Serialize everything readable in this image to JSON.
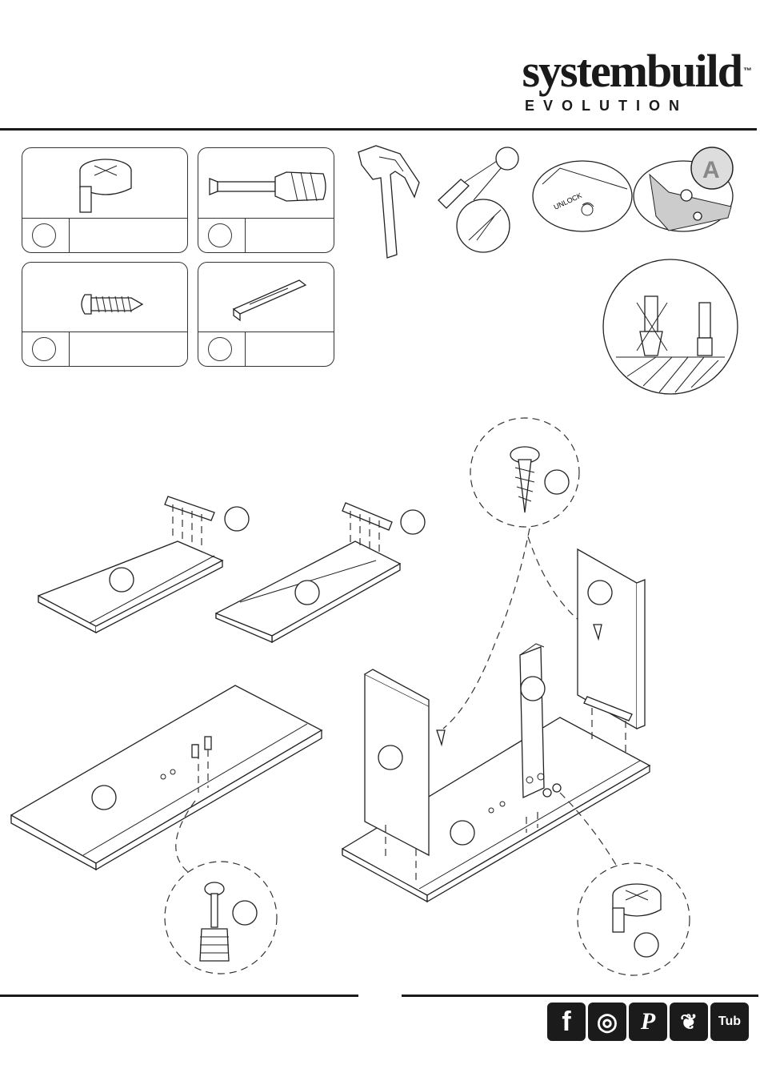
{
  "brand": {
    "name": "systembuild",
    "trademark": "™",
    "subtitle": "EVOLUTION"
  },
  "parts": [
    {
      "icon": "cam-lock-icon",
      "label": ""
    },
    {
      "icon": "cam-bolt-icon",
      "label": ""
    },
    {
      "icon": "screw-icon",
      "label": ""
    },
    {
      "icon": "bracket-icon",
      "label": ""
    }
  ],
  "tools": {
    "unlock_label": "UNLOCK",
    "detail_letter": "A"
  },
  "social": [
    {
      "icon": "facebook-icon",
      "glyph": "f"
    },
    {
      "icon": "instagram-icon",
      "glyph": "◎"
    },
    {
      "icon": "pinterest-icon",
      "glyph": "P"
    },
    {
      "icon": "twitter-icon",
      "glyph": "❦"
    },
    {
      "icon": "youtube-icon",
      "glyph": "Tub"
    }
  ],
  "colors": {
    "ink": "#1a1a1a",
    "background": "#ffffff"
  }
}
